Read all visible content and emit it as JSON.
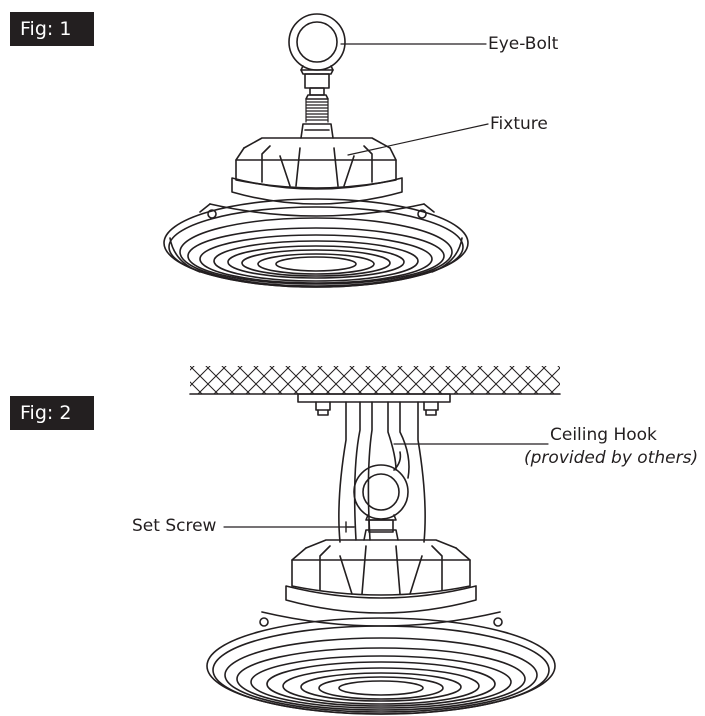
{
  "fig1": {
    "badge": "Fig: 1",
    "labels": {
      "eye_bolt": "Eye-Bolt",
      "fixture": "Fixture"
    }
  },
  "fig2": {
    "badge": "Fig: 2",
    "labels": {
      "ceiling_hook": "Ceiling Hook",
      "ceiling_hook_note": "(provided by others)",
      "set_screw": "Set Screw"
    }
  },
  "colors": {
    "ink": "#231f20",
    "badge_bg": "#231f20",
    "badge_text": "#ffffff"
  }
}
